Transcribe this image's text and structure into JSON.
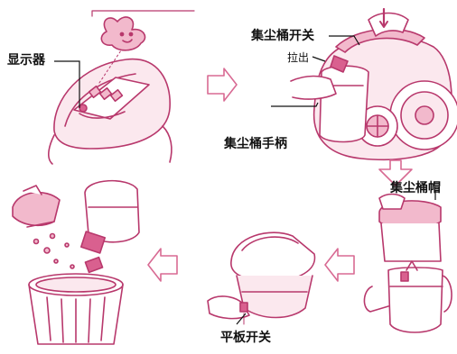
{
  "colors": {
    "line": "#b8386c",
    "fill_light": "#fbe8ee",
    "fill_mid": "#f2b9cc",
    "fill_dark": "#d9608f",
    "arrow": "#d86a93",
    "leader": "#111111"
  },
  "labels": {
    "display": "显示器",
    "bin_switch": "集尘桶开关",
    "pull_out": "拉出",
    "bin_handle": "集尘桶手柄",
    "bin_cap": "集尘桶帽",
    "plate_switch": "平板开关"
  }
}
